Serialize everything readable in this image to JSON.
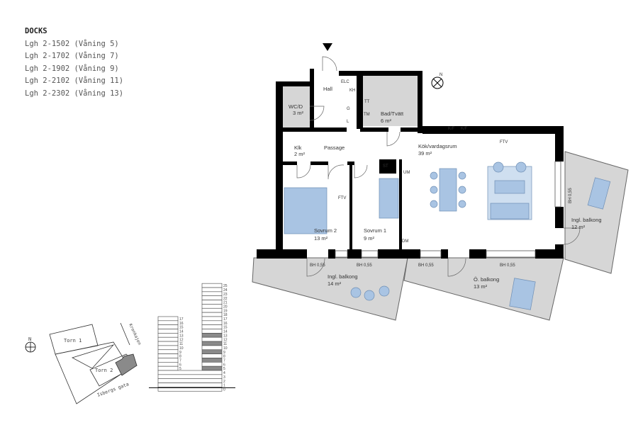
{
  "header": {
    "title": "DOCKS",
    "apartments": [
      "Lgh 2-1502 (Våning 5)",
      "Lgh 2-1702 (Våning 7)",
      "Lgh 2-1902 (Våning 9)",
      "Lgh 2-2102 (Våning 11)",
      "Lgh 2-2302 (Våning 13)"
    ]
  },
  "plan": {
    "rooms": {
      "hall": "Hall",
      "wc": "WC/D",
      "wc_area": "3 m²",
      "bath": "Bad/Tvätt",
      "bath_area": "6 m²",
      "klk": "Klk",
      "klk_area": "2 m²",
      "passage": "Passage",
      "kitchen": "Kök/vardagsrum",
      "kitchen_area": "39 m²",
      "bed2": "Sovrum 2",
      "bed2_area": "13 m²",
      "bed1": "Sovrum 1",
      "bed1_area": "9 m²",
      "balcony_left": "Ingl. balkong",
      "balcony_left_area": "14 m²",
      "balcony_bottom": "Ö. balkong",
      "balcony_bottom_area": "13 m²",
      "balcony_right": "Ingl. balkong",
      "balcony_right_area": "12 m²"
    },
    "fixtures": {
      "elc": "ELC",
      "kh": "KH",
      "g": "G",
      "l": "L",
      "tt": "TT",
      "tm": "TM",
      "kf1": "K/F",
      "kf2": "K/F",
      "ftv_kitchen": "FTV",
      "ftv_bed": "FTV",
      "st": "ST",
      "um": "UM",
      "dm": "DM"
    },
    "sill_heights": [
      "BH 0,55",
      "BH 0,55",
      "BH 0,55",
      "BH 0,55",
      "BH 0,55"
    ],
    "north": "N"
  },
  "site_map": {
    "north": "N",
    "tower1": "Torn 1",
    "tower2": "Torn 2",
    "street_east": "Kronkajen",
    "street_south": "Isbergs gata"
  },
  "elevation": {
    "left_tower_floors": [
      "17",
      "16",
      "15",
      "14",
      "13",
      "12",
      "11",
      "10",
      "9",
      "8",
      "7",
      "6",
      "5"
    ],
    "right_tower_floors": [
      "25",
      "24",
      "23",
      "22",
      "21",
      "20",
      "19",
      "18",
      "17",
      "16",
      "15",
      "14",
      "13",
      "12",
      "11",
      "10",
      "9",
      "8",
      "7",
      "6",
      "5"
    ],
    "base_floors": [
      "4",
      "3",
      "2",
      "1",
      "0"
    ],
    "highlighted_floors": [
      "13",
      "11",
      "9",
      "7",
      "5"
    ]
  },
  "colors": {
    "wall": "#000000",
    "wet_area": "#d6d6d6",
    "furniture": "#a9c4e3",
    "highlight": "#8a8a8a"
  }
}
